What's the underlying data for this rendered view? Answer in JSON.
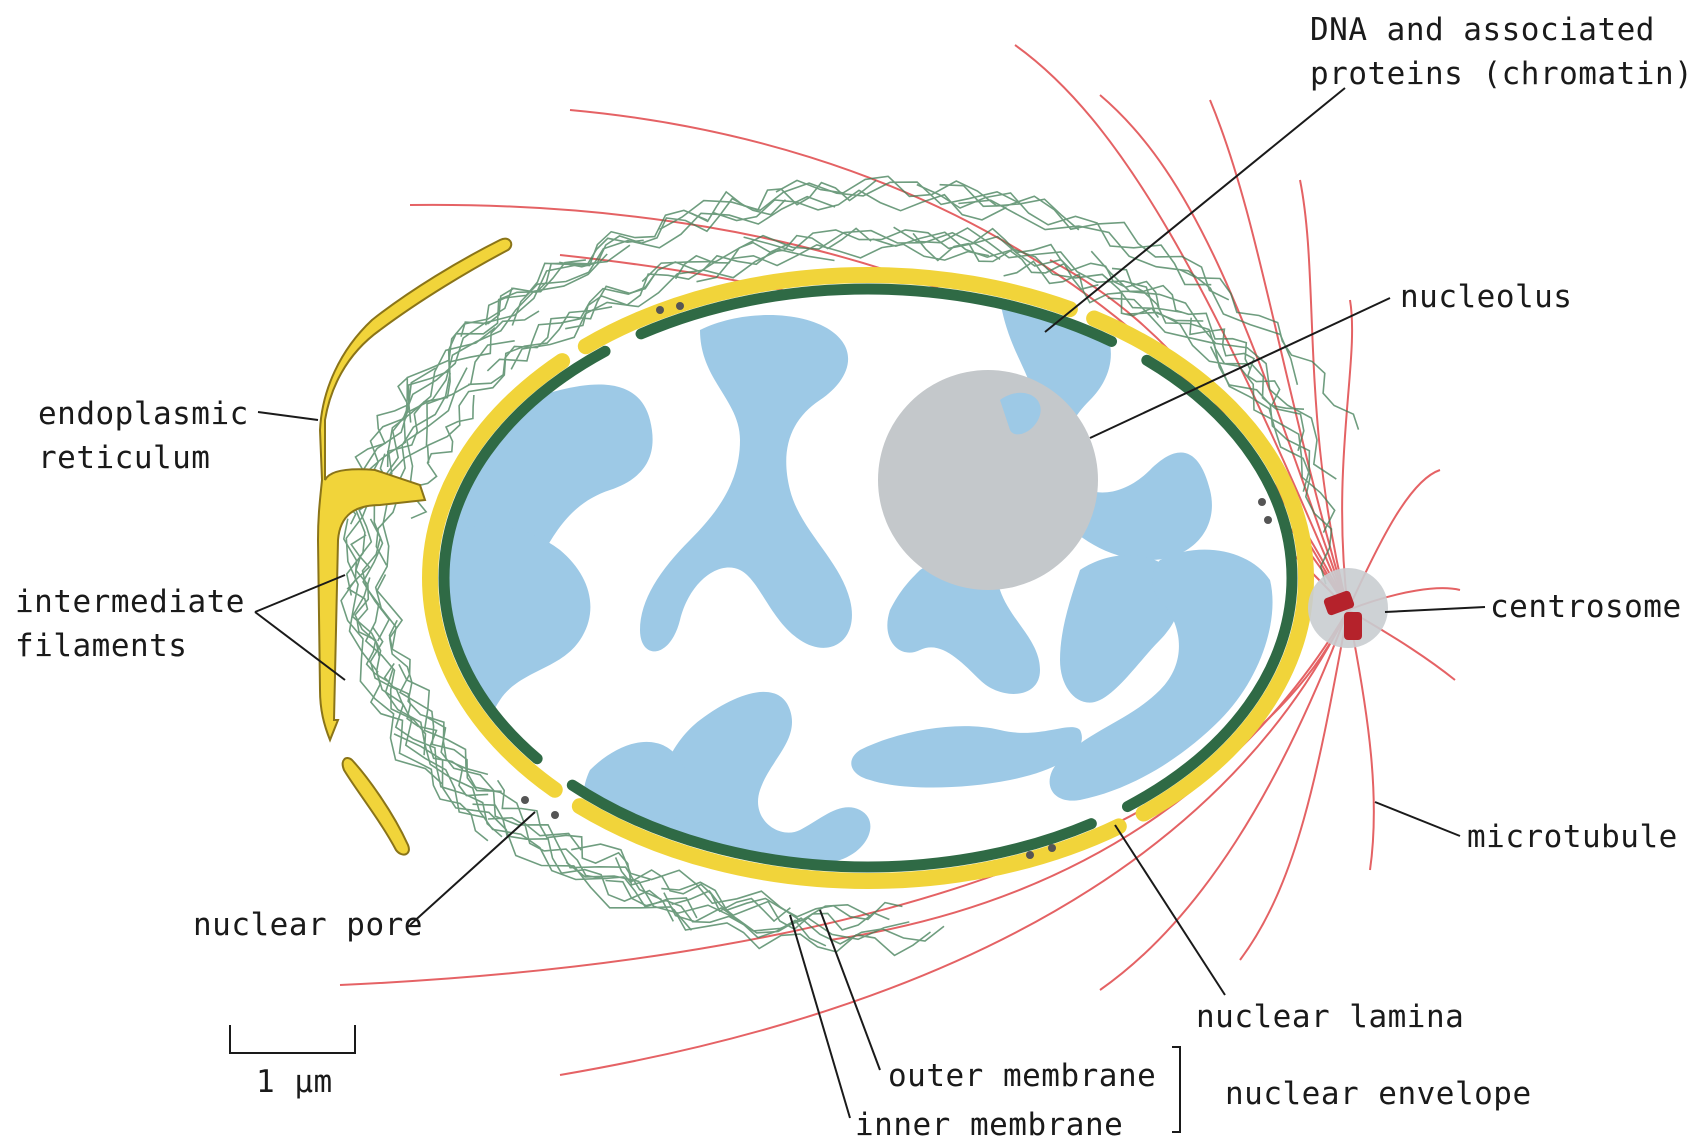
{
  "labels": {
    "dna": [
      "DNA and associated",
      "proteins (chromatin)"
    ],
    "nucleolus": "nucleolus",
    "endoplasmic_reticulum": [
      "endoplasmic",
      "reticulum"
    ],
    "intermediate_filaments": [
      "intermediate",
      "filaments"
    ],
    "centrosome": "centrosome",
    "microtubule": "microtubule",
    "nuclear_pore": "nuclear pore",
    "nuclear_lamina": "nuclear lamina",
    "outer_membrane": "outer membrane",
    "inner_membrane": "inner membrane",
    "nuclear_envelope": "nuclear envelope",
    "scale_bar": "1 µm"
  },
  "colors": {
    "chromatin": "#9dc9e6",
    "nucleolus": "#c4c8cb",
    "outer_membrane": "#f1d43a",
    "nuclear_lamina": "#2f6a45",
    "endoplasmic_reticulum": "#f1d43a",
    "intermediate_filaments": "#3f7d55",
    "microtubule": "#e0474a",
    "centrosome": "#b5222b",
    "centrosome_halo": "#c9cdd0"
  }
}
